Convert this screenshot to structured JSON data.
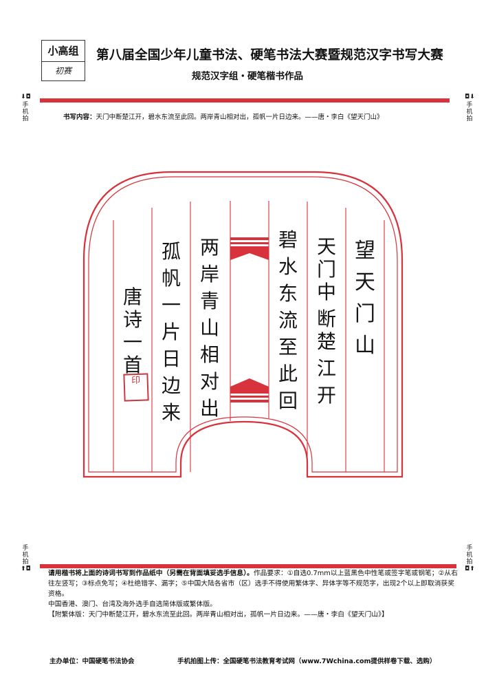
{
  "badge": {
    "group": "小高组",
    "round": "初赛"
  },
  "header": {
    "title": "第八届全国少年儿童书法、硬笔书法大赛暨规范汉字书写大赛",
    "subtitle": "规范汉字组・硬笔楷书作品"
  },
  "side_marks": {
    "upper_left": "手机拍",
    "upper_right": "手机拍",
    "lower_left": "手机拍",
    "lower_right": "手机拍",
    "icon": "camera-icon"
  },
  "content": {
    "label": "书写内容：",
    "text": "天门中断楚江开，碧水东流至此回。两岸青山相对出，孤帆一片日边来。——唐・李白《望天门山》"
  },
  "poem_columns": [
    {
      "id": "title",
      "chars": [
        "望",
        "天",
        "门",
        "山"
      ]
    },
    {
      "id": "line1",
      "chars": [
        "天",
        "门",
        "中",
        "断",
        "楚",
        "江",
        "开"
      ]
    },
    {
      "id": "line2",
      "chars": [
        "碧",
        "水",
        "东",
        "流",
        "至",
        "此",
        "回"
      ]
    },
    {
      "id": "line3",
      "chars": [
        "两",
        "岸",
        "青",
        "山",
        "相",
        "对",
        "出"
      ]
    },
    {
      "id": "line4",
      "chars": [
        "孤",
        "帆",
        "一",
        "片",
        "日",
        "边",
        "来"
      ]
    },
    {
      "id": "signature",
      "chars": [
        "唐",
        "诗",
        "一",
        "首"
      ]
    }
  ],
  "seal_text": "印",
  "instructions": {
    "lead": "请用楷书将上面的诗词书写到作品纸中（另需在背面填妥选手信息）。",
    "body": "作品要求：①自选0.7mm以上蓝黑色中性笔或签字笔或钢笔；②从右往左竖写；③标点免写；④杜绝错字、漏字；⑤中国大陆各省市（区）选手不得使用繁体字、异体字等不规范字，出现2个以上即取消获奖资格。",
    "line3": "中国香港、澳门、台湾及海外选手自选简体版或繁体版。",
    "traditional": "【附繁体版：天门中断楚江开，碧水东流至此回。两岸青山相对出，孤帆一片日边来。——唐・李白《望天门山》】"
  },
  "footer": {
    "organizer": "主办单位：中国硬笔书法协会",
    "upload": "手机拍图上传：全国硬笔书法教育考试网（www.7Wchina.com提供样卷下载、选购）"
  },
  "colors": {
    "accent": "#d8323c",
    "ink": "#151515"
  }
}
